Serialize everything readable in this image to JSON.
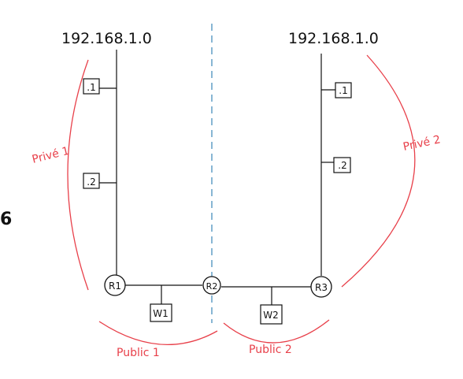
{
  "diagram": {
    "network_left": {
      "address": "192.168.1.0"
    },
    "network_right": {
      "address": "192.168.1.0"
    },
    "hosts_left": [
      ".1",
      ".2"
    ],
    "hosts_right": [
      ".1",
      ".2"
    ],
    "routers": [
      "R1",
      "R2",
      "R3"
    ],
    "workstations": [
      "W1",
      "W2"
    ],
    "zones": {
      "private_left": "Privé 1",
      "private_right": "Privé 2",
      "public_left": "Public 1",
      "public_right": "Public 2"
    },
    "edge_mark": "6",
    "colors": {
      "ink": "#111111",
      "zone": "#e8404a",
      "divider": "#3a86b8"
    }
  }
}
